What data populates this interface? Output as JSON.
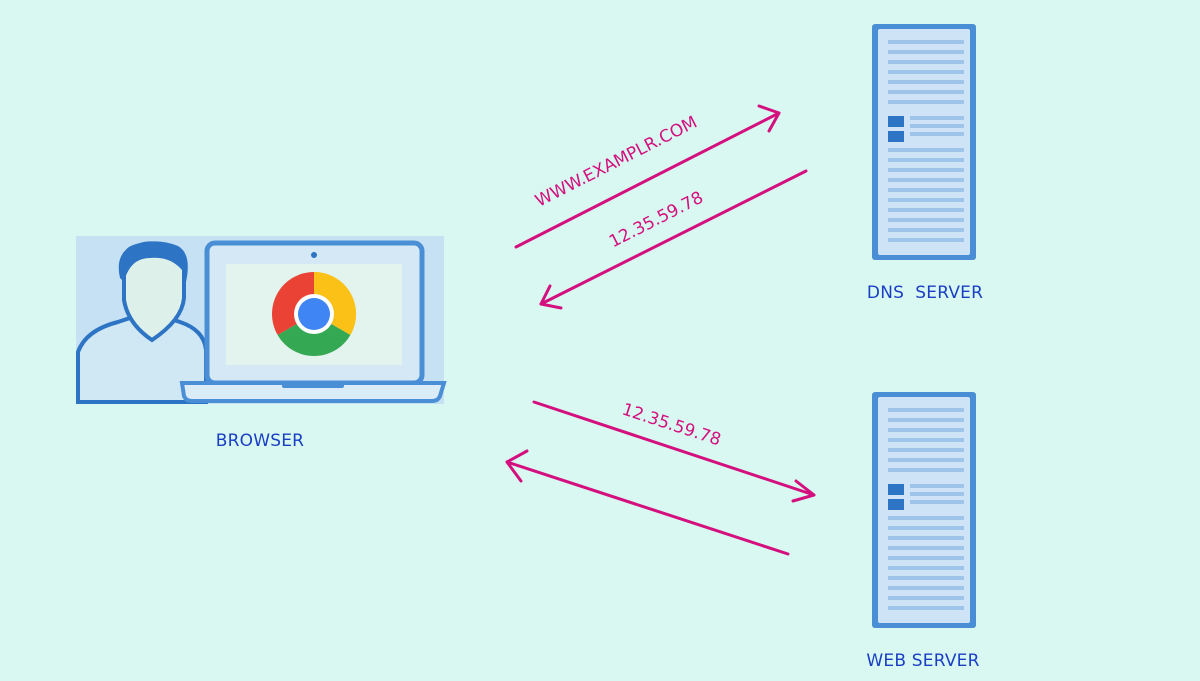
{
  "nodes": {
    "browser": {
      "label": "BROWSER"
    },
    "dns_server": {
      "label": "DNS  SERVER"
    },
    "web_server": {
      "label": "WEB SERVER"
    }
  },
  "arrows": {
    "domain_request": {
      "label": "WWW.EXAMPLR.COM"
    },
    "ip_response": {
      "label": "12.35.59.78"
    },
    "ip_request": {
      "label": "12.35.59.78"
    }
  },
  "colors": {
    "background": "#d9f8f2",
    "arrow": "#d4107e",
    "label": "#1a3fc4",
    "server": "#4a8fd6"
  },
  "icons": {
    "user": "person-silhouette-icon",
    "laptop": "laptop-icon",
    "browser_logo": "chrome-logo-icon",
    "server": "server-rack-icon"
  }
}
